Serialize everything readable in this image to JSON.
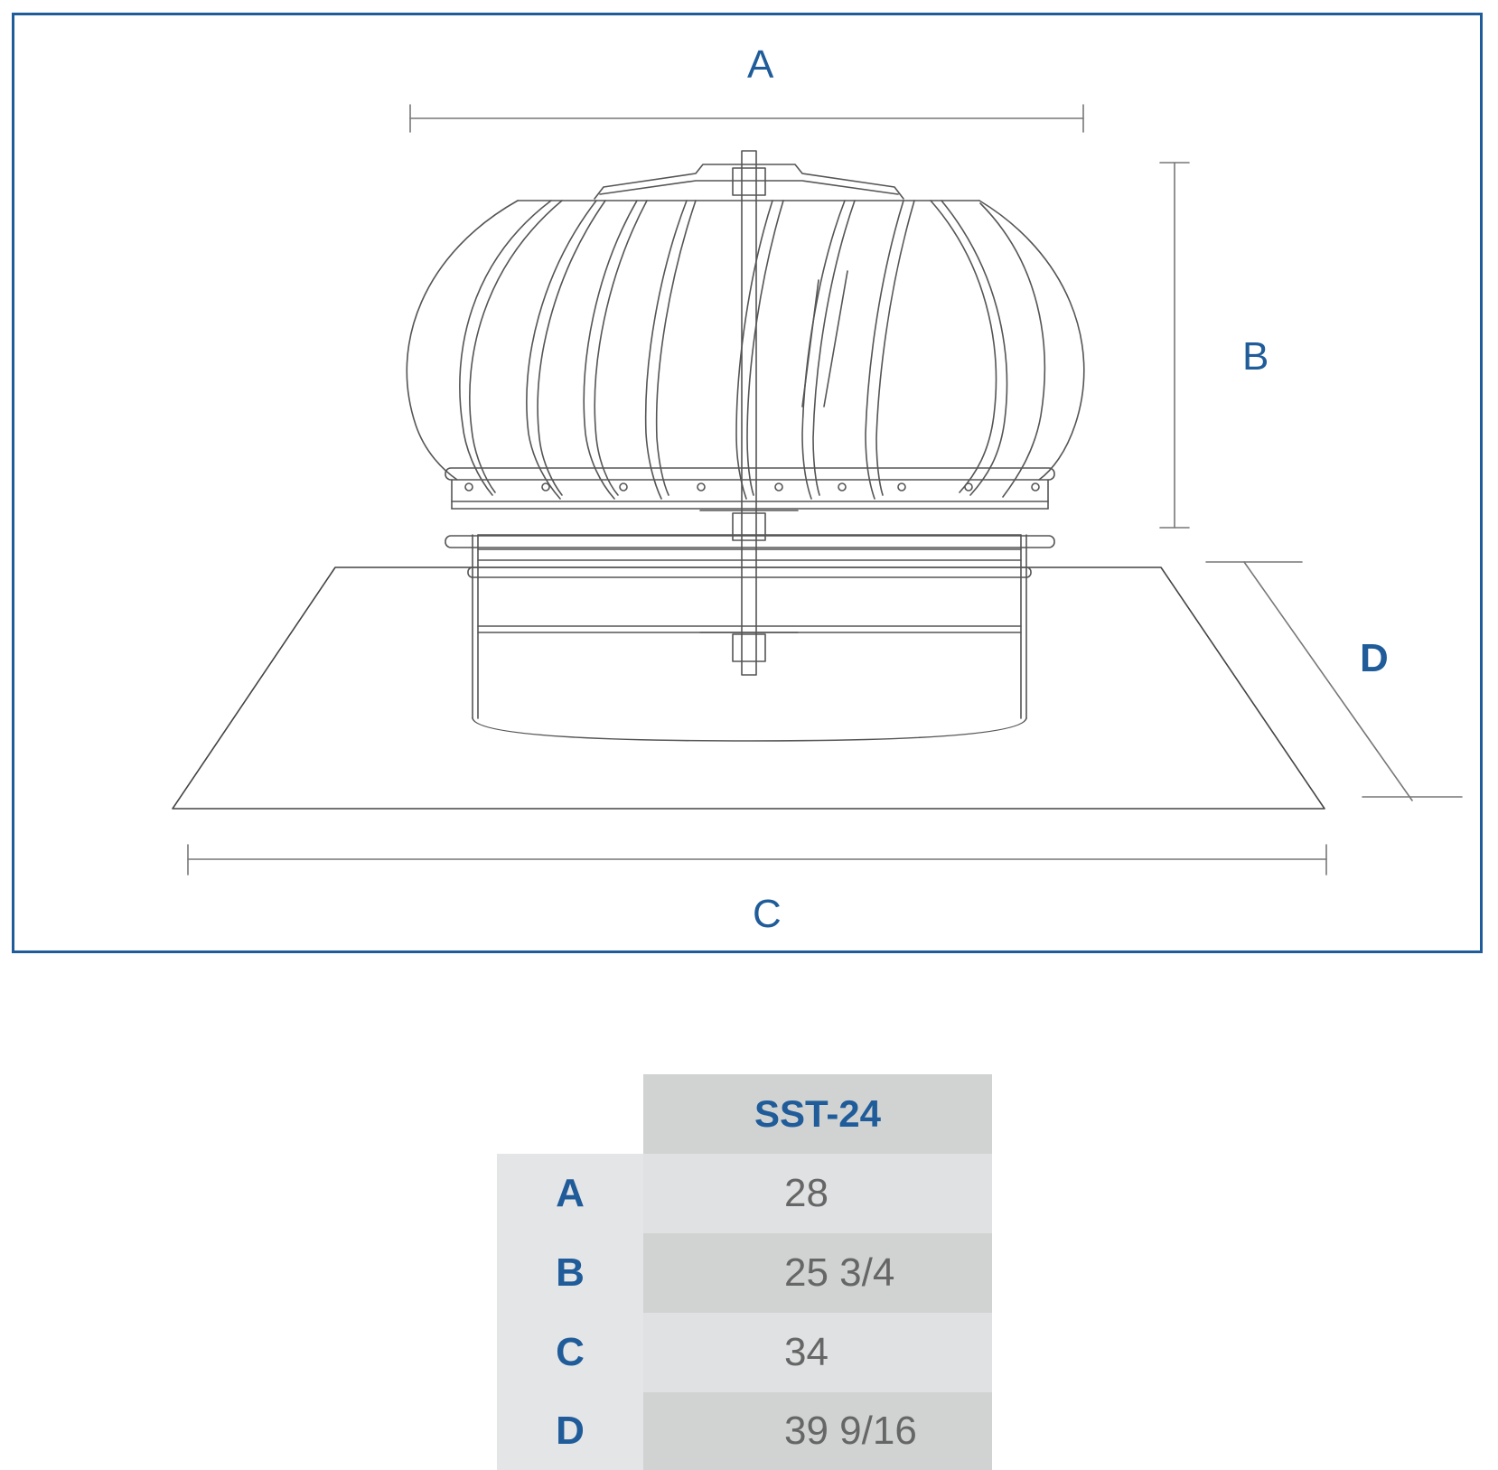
{
  "diagram": {
    "dimension_labels": [
      "A",
      "B",
      "C",
      "D"
    ],
    "colors": {
      "accent": "#1f5c99",
      "line": "#555555",
      "dim_line": "#777777"
    }
  },
  "table": {
    "header": "SST-24",
    "rows": [
      {
        "label": "A",
        "value": "28"
      },
      {
        "label": "B",
        "value": "25 3/4"
      },
      {
        "label": "C",
        "value": "34"
      },
      {
        "label": "D",
        "value": "39 9/16"
      }
    ],
    "colors": {
      "header_bg": "#d1d3d3",
      "label_bg": "#e4e5e6",
      "row_light": "#e0e1e2",
      "row_dark": "#d1d3d3",
      "value_text": "#666666"
    }
  }
}
